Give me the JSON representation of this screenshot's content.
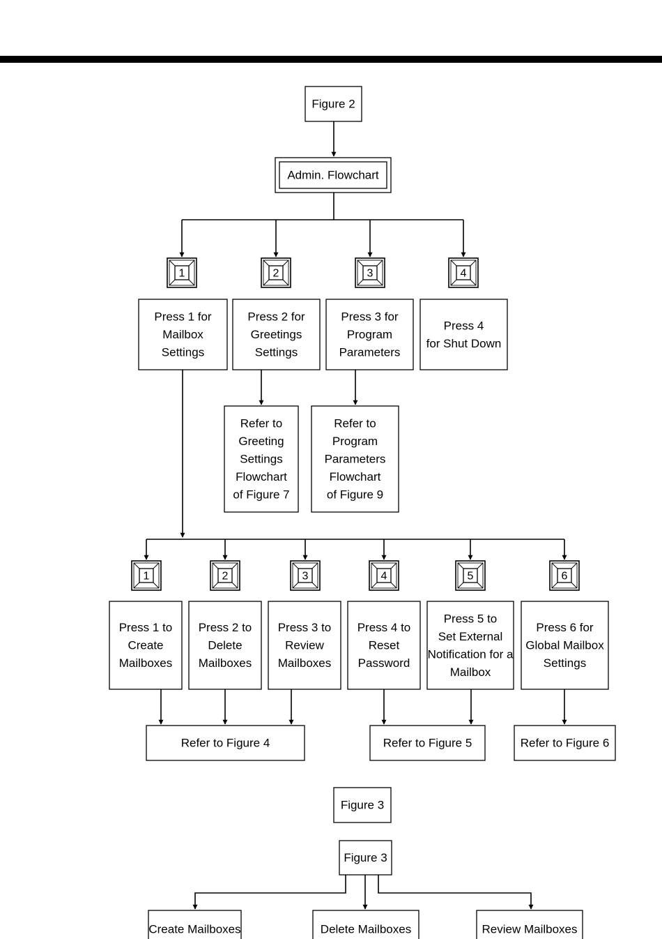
{
  "boxes": {
    "fig2": [
      "Figure 2"
    ],
    "admin": [
      "Admin. Flowchart"
    ],
    "p1": [
      "Press 1 for",
      "Mailbox",
      "Settings"
    ],
    "p2": [
      "Press 2 for",
      "Greetings",
      "Settings"
    ],
    "p3": [
      "Press 3 for",
      "Program",
      "Parameters"
    ],
    "p4": [
      "Press 4",
      "for Shut Down"
    ],
    "refGreet": [
      "Refer  to",
      "Greeting",
      "Settings",
      "Flowchart",
      "of Figure 7"
    ],
    "refProg": [
      "Refer  to",
      "Program",
      "Parameters",
      "Flowchart",
      "of Figure 9"
    ],
    "s1": [
      "Press 1 to",
      "Create",
      "Mailboxes"
    ],
    "s2": [
      "Press 2 to",
      "Delete",
      "Mailboxes"
    ],
    "s3": [
      "Press 3 to",
      "Review",
      "Mailboxes"
    ],
    "s4": [
      "Press 4 to",
      "Reset",
      "Password"
    ],
    "s5": [
      "Press 5 to",
      "Set External",
      "Notification for a",
      "Mailbox"
    ],
    "s6": [
      "Press 6 for",
      "Global Mailbox",
      "Settings"
    ],
    "refFig4": [
      "Refer to Figure 4"
    ],
    "refFig5": [
      "Refer to Figure 5"
    ],
    "refFig6": [
      "Refer to Figure 6"
    ],
    "fig3a": [
      "Figure 3"
    ],
    "fig3b": [
      "Figure 3"
    ],
    "create": [
      "Create  Mailboxes"
    ],
    "delete": [
      "Delete  Mailboxes"
    ],
    "review": [
      "Review  Mailboxes"
    ]
  },
  "keys": {
    "k1": "1",
    "k2": "2",
    "k3": "3",
    "k4": "4",
    "m1": "1",
    "m2": "2",
    "m3": "3",
    "m4": "4",
    "m5": "5",
    "m6": "6"
  }
}
